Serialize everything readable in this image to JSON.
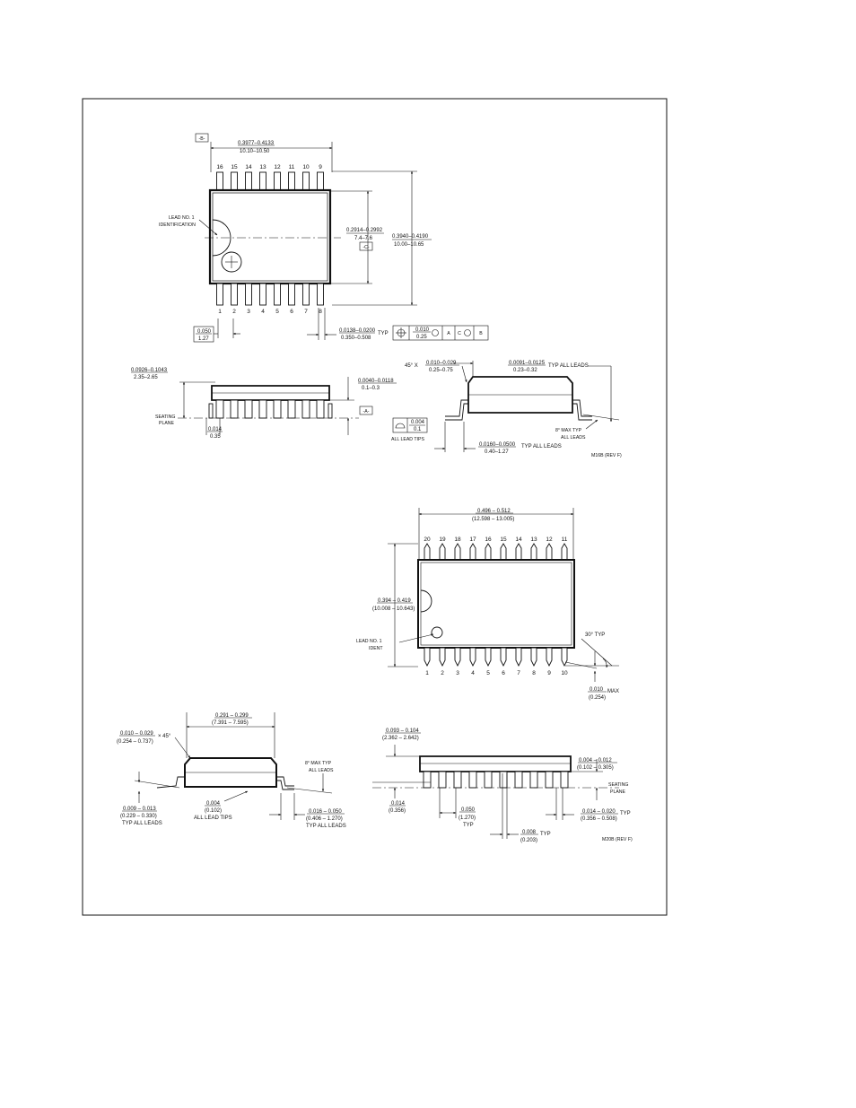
{
  "so16": {
    "datum_b": "-B-",
    "dim_width": {
      "top": "0.3977–0.4133",
      "bottom": "10.10–10.50"
    },
    "top_pins": [
      "16",
      "15",
      "14",
      "13",
      "12",
      "11",
      "10",
      "9"
    ],
    "bottom_pins": [
      "1",
      "2",
      "3",
      "4",
      "5",
      "6",
      "7",
      "8"
    ],
    "lead1": [
      "LEAD NO. 1",
      "IDENTIFICATION"
    ],
    "dim_body": {
      "top": "0.2914–0.2992",
      "bottom": "7.4–7.6"
    },
    "datum_c": "-C-",
    "dim_overall": {
      "top": "0.3940–0.4190",
      "bottom": "10.00–10.65"
    },
    "pitch": {
      "top": "0.050",
      "bottom": "1.27"
    },
    "lead_width": {
      "top": "0.0138–0.0200",
      "bottom": "0.350–0.508",
      "suffix": "TYP"
    },
    "fcf": {
      "top": "0.010",
      "bottom": "0.25",
      "cells": [
        "A",
        "C",
        "B"
      ]
    },
    "height": {
      "top": "0.0926–0.1043",
      "bottom": "2.35–2.65"
    },
    "standoff": {
      "top": "0.0040–0.0118",
      "bottom": "0.1–0.3"
    },
    "datum_a": "-A-",
    "seating": [
      "SEATING",
      "PLANE"
    ],
    "lead_thk": {
      "top": "0.014",
      "bottom": "0.35"
    },
    "chamfer": {
      "prefix": "45° X",
      "top": "0.010–0.029",
      "bottom": "0.25–0.75"
    },
    "lead_thk2": {
      "top": "0.0091–0.0125",
      "bottom": "0.23–0.32",
      "suffix": "TYP ALL LEADS"
    },
    "coplanar": {
      "top": "0.004",
      "bottom": "0.1",
      "label": "ALL LEAD TIPS"
    },
    "angle": [
      "8° MAX TYP",
      "ALL LEADS"
    ],
    "foot": {
      "top": "0.0160–0.0500",
      "bottom": "0.40–1.27",
      "suffix": "TYP ALL LEADS"
    },
    "ref": "M16B (REV F)"
  },
  "so20": {
    "dim_length": {
      "top": "0.496 – 0.512",
      "bottom": "(12.598 – 13.005)"
    },
    "top_pins": [
      "20",
      "19",
      "18",
      "17",
      "16",
      "15",
      "14",
      "13",
      "12",
      "11"
    ],
    "bottom_pins": [
      "1",
      "2",
      "3",
      "4",
      "5",
      "6",
      "7",
      "8",
      "9",
      "10"
    ],
    "dim_width": {
      "top": "0.394 – 0.419",
      "bottom": "(10.008 – 10.643)"
    },
    "lead1": [
      "LEAD NO. 1",
      "IDENT"
    ],
    "angle30": "30° TYP",
    "tip": {
      "top": "0.010",
      "suffix": "MAX",
      "bottom": "(0.254)"
    },
    "body_w": {
      "top": "0.291 – 0.299",
      "bottom": "(7.391 – 7.595)"
    },
    "chamfer": {
      "top": "0.010 – 0.029",
      "bottom": "(0.254 – 0.737)",
      "suffix": "× 45°"
    },
    "angle": [
      "8° MAX TYP",
      "ALL LEADS"
    ],
    "lead_thk": {
      "top": "0.009 – 0.013",
      "bottom": "(0.229 – 0.330)",
      "suffix": "TYP ALL LEADS"
    },
    "coplanar": {
      "top": "0.004",
      "bottom": "(0.102)",
      "label": "ALL LEAD TIPS"
    },
    "foot": {
      "top": "0.016 – 0.050",
      "bottom": "(0.406 – 1.270)",
      "suffix": "TYP ALL LEADS"
    },
    "height": {
      "top": "0.093 – 0.104",
      "bottom": "(2.362 – 2.642)"
    },
    "standoff": {
      "top": "0.004 – 0.012",
      "bottom": "(0.102 – 0.305)"
    },
    "seating": [
      "SEATING",
      "PLANE"
    ],
    "lead_h": {
      "top": "0.014",
      "bottom": "(0.356)"
    },
    "pitch": {
      "top": "0.050",
      "bottom": "(1.270)",
      "suffix": "TYP"
    },
    "lead_w": {
      "top": "0.014 – 0.020",
      "bottom": "(0.356 – 0.508)",
      "suffix": "TYP"
    },
    "lead_w2": {
      "top": "0.008",
      "bottom": "(0.203)",
      "suffix": "TYP"
    },
    "ref": "M20B (REV F)"
  }
}
